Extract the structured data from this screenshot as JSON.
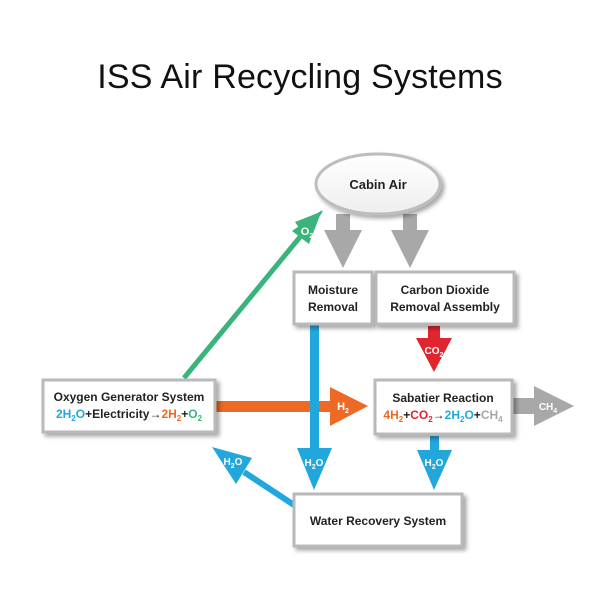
{
  "title": "ISS Air Recycling Systems",
  "colors": {
    "water_blue": "#22a7dd",
    "hydrogen_orange": "#ec6a25",
    "oxygen_green": "#3ab47a",
    "co2_red": "#e0252f",
    "gray": "#a8a8a8",
    "box_border": "#b9b9b9"
  },
  "nodes": {
    "cabin_air": "Cabin Air",
    "moisture_removal": [
      "Moisture",
      "Removal"
    ],
    "co2_removal": [
      "Carbon Dioxide",
      "Removal Assembly"
    ],
    "oxygen_generator": {
      "name": "Oxygen Generator System",
      "equation": [
        {
          "text": "2H",
          "color": "water_blue"
        },
        {
          "text": "2",
          "color": "water_blue",
          "sub": true
        },
        {
          "text": "O",
          "color": "water_blue"
        },
        {
          "text": "+Electricity",
          "color": "dark"
        },
        {
          "text": "→",
          "color": "dark"
        },
        {
          "text": "2H",
          "color": "hydrogen_orange"
        },
        {
          "text": "2",
          "color": "hydrogen_orange",
          "sub": true
        },
        {
          "text": "+",
          "color": "dark"
        },
        {
          "text": "O",
          "color": "oxygen_green"
        },
        {
          "text": "2",
          "color": "oxygen_green",
          "sub": true
        }
      ]
    },
    "sabatier": {
      "name": "Sabatier Reaction",
      "equation": [
        {
          "text": "4H",
          "color": "hydrogen_orange"
        },
        {
          "text": "2",
          "color": "hydrogen_orange",
          "sub": true
        },
        {
          "text": "+",
          "color": "dark"
        },
        {
          "text": "CO",
          "color": "co2_red"
        },
        {
          "text": "2",
          "color": "co2_red",
          "sub": true
        },
        {
          "text": "→",
          "color": "dark"
        },
        {
          "text": "2H",
          "color": "water_blue"
        },
        {
          "text": "2",
          "color": "water_blue",
          "sub": true
        },
        {
          "text": "O",
          "color": "water_blue"
        },
        {
          "text": "+",
          "color": "dark"
        },
        {
          "text": "CH",
          "color": "gray"
        },
        {
          "text": "4",
          "color": "gray",
          "sub": true
        }
      ]
    },
    "water_recovery": "Water Recovery System"
  },
  "arrows": {
    "o2": {
      "main": "O",
      "sub": "2"
    },
    "co2": {
      "main": "CO",
      "sub": "2"
    },
    "h2": {
      "main": "H",
      "sub": "2"
    },
    "ch4": {
      "main": "CH",
      "sub": "4"
    },
    "h2o_moisture": {
      "main": "H",
      "sub": "2",
      "tail": "O"
    },
    "h2o_sabatier": {
      "main": "H",
      "sub": "2",
      "tail": "O"
    },
    "h2o_recovery": {
      "main": "H",
      "sub": "2",
      "tail": "O"
    }
  }
}
